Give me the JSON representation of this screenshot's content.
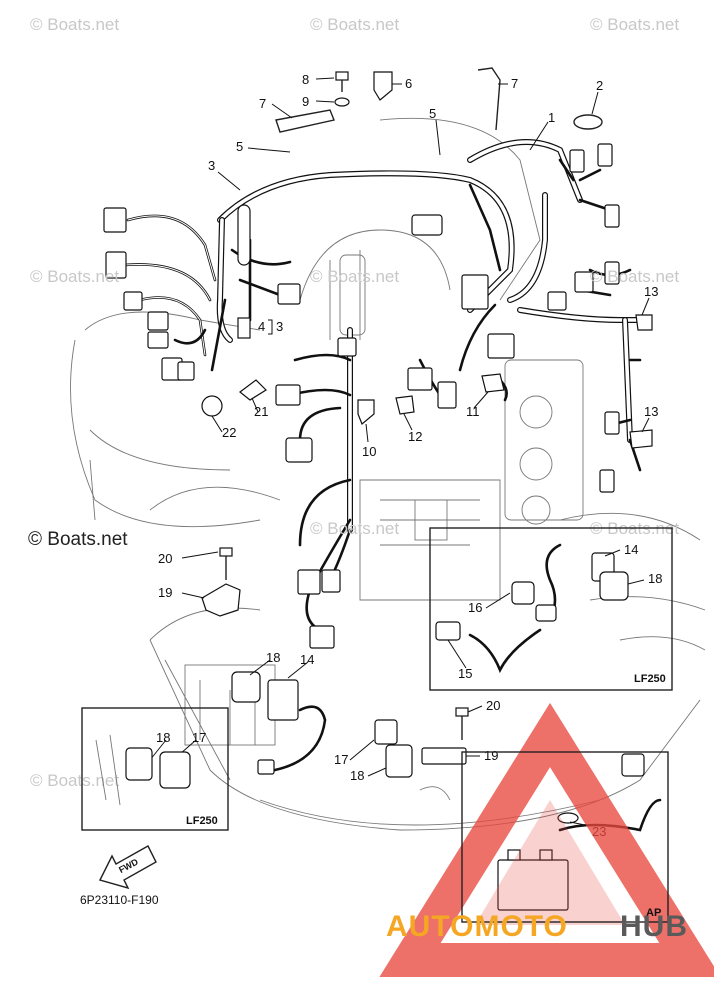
{
  "watermarks": [
    "© Boats.net",
    "© Boats.net",
    "© Boats.net",
    "© Boats.net",
    "© Boats.net",
    "© Boats.net",
    "© Boats.net",
    "© Boats.net",
    "© Boats.net"
  ],
  "watermark_prominent": "© Boats.net",
  "callouts": [
    "8",
    "6",
    "7",
    "9",
    "2",
    "7",
    "5",
    "1",
    "5",
    "3",
    "4",
    "3",
    "13",
    "21",
    "22",
    "10",
    "12",
    "11",
    "13",
    "20",
    "19",
    "14",
    "18",
    "16",
    "15",
    "18",
    "14",
    "20",
    "17",
    "18",
    "19",
    "18",
    "17",
    "23"
  ],
  "insets": {
    "lf250_right": "LF250",
    "lf250_left": "LF250",
    "ap": "AP"
  },
  "fwd_label": "FWD",
  "part_code": "6P23110-F190",
  "brand": {
    "part1": "AUTOMOTO",
    "part2": "HUB",
    "colors": {
      "primary": "#f5a623",
      "secondary": "#5a5a5a",
      "triangle": "#e8483f"
    }
  }
}
